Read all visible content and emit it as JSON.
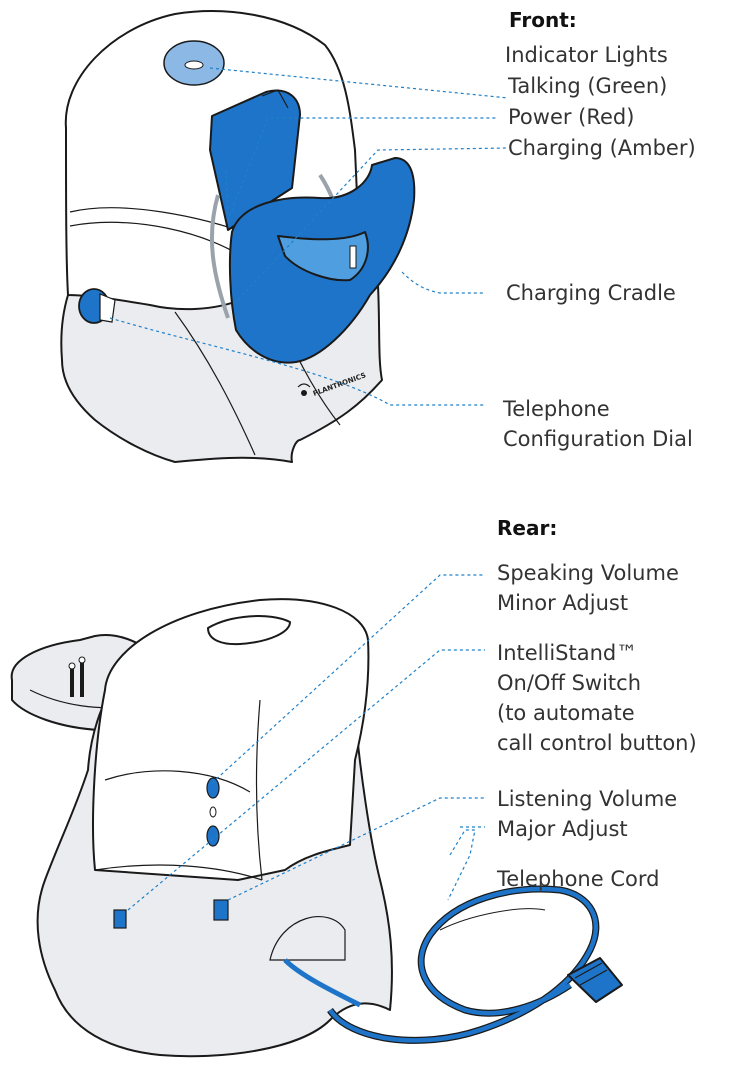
{
  "front": {
    "heading": "Front:",
    "indicator_lights": "Indicator Lights",
    "talking": "Talking (Green)",
    "power": "Power (Red)",
    "charging": "Charging (Amber)",
    "charging_cradle": "Charging Cradle",
    "dial_line1": "Telephone",
    "dial_line2": "Configuration Dial",
    "brand": "PLANTRONICS"
  },
  "rear": {
    "heading": "Rear:",
    "speaking_line1": "Speaking Volume",
    "speaking_line2": "Minor Adjust",
    "intellistand_line1": "IntelliStand™",
    "intellistand_line2": "On/Off Switch",
    "intellistand_line3": "(to automate",
    "intellistand_line4": "call control button)",
    "listening_line1": "Listening Volume",
    "listening_line2": "Major Adjust",
    "cord": "Telephone Cord"
  },
  "colors": {
    "accent_blue": "#1e74c8",
    "leader_blue": "#1f80c9",
    "base_grey": "#ebecef"
  }
}
